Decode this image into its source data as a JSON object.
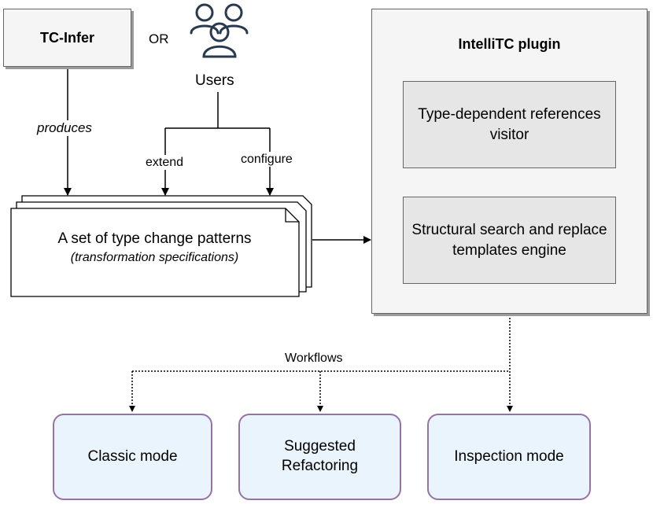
{
  "source": {
    "label": "TC-Infer"
  },
  "or_label": "OR",
  "users": {
    "label": "Users",
    "icon": "users-icon"
  },
  "edges": {
    "produces": "produces",
    "extend": "extend",
    "configure": "configure",
    "workflows": "Workflows"
  },
  "patterns": {
    "title": "A set of type change patterns",
    "subtitle": "(transformation specifications)"
  },
  "plugin": {
    "title": "IntelliTC plugin",
    "components": [
      "Type-dependent references visitor",
      "Structural search and replace templates engine"
    ]
  },
  "modes": [
    "Classic mode",
    "Suggested Refactoring",
    "Inspection mode"
  ],
  "colors": {
    "mode_fill": "#eaf4fc",
    "mode_border": "#9673a6",
    "box_fill": "#f5f5f5",
    "component_fill": "#e6e6e6"
  }
}
